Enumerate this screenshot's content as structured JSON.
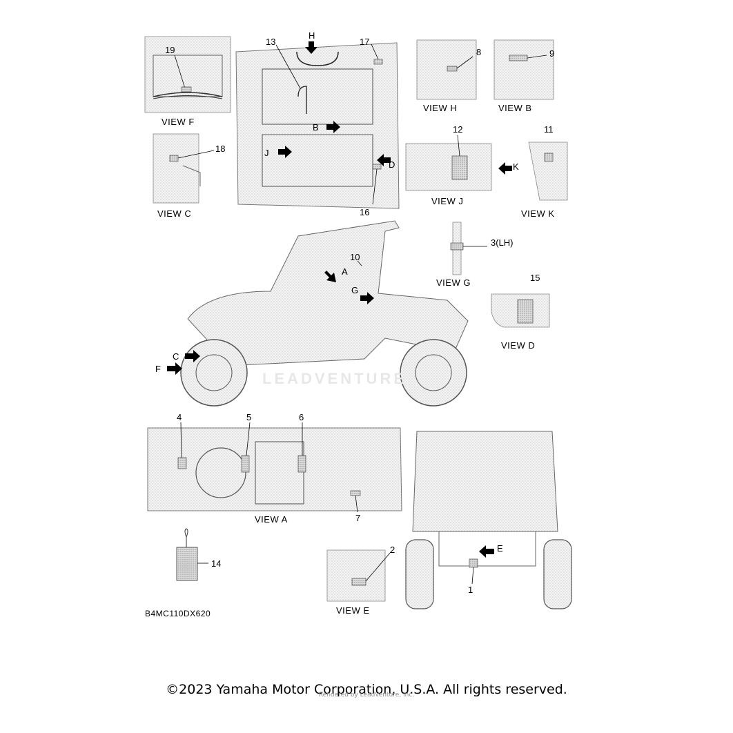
{
  "diagram": {
    "code": "B4MC110DX620",
    "copyright": "©2023 Yamaha Motor Corporation, U.S.A. All rights reserved.",
    "rendered_by": "Rendered by LeadVenture, Inc.",
    "watermark": "LEADVENTURE",
    "views": {
      "f": "VIEW F",
      "c": "VIEW C",
      "h": "VIEW H",
      "b": "VIEW B",
      "j": "VIEW J",
      "k": "VIEW K",
      "g": "VIEW G",
      "d": "VIEW D",
      "a": "VIEW A",
      "e": "VIEW E"
    },
    "callouts": {
      "n1": "1",
      "n2": "2",
      "n3": "3(LH)",
      "n4": "4",
      "n5": "5",
      "n6": "6",
      "n7": "7",
      "n8": "8",
      "n9": "9",
      "n10": "10",
      "n11": "11",
      "n12": "12",
      "n13": "13",
      "n14": "14",
      "n15": "15",
      "n16": "16",
      "n17": "17",
      "n18": "18",
      "n19": "19"
    },
    "arrows": {
      "a": "A",
      "b": "B",
      "c": "C",
      "d": "D",
      "e": "E",
      "f": "F",
      "g": "G",
      "h": "H",
      "j": "J",
      "k": "K"
    }
  }
}
